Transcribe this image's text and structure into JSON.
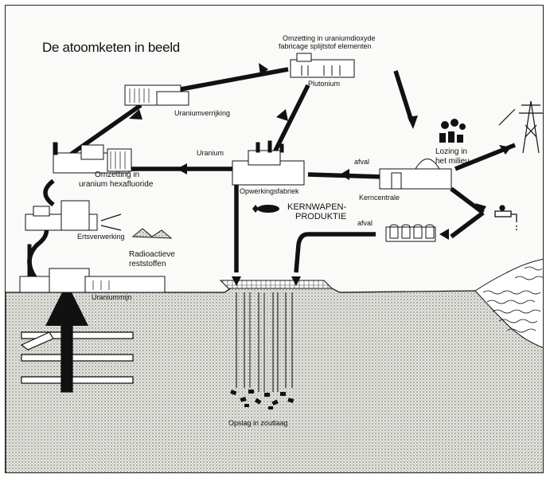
{
  "title": "De atoomketen in beeld",
  "labels": {
    "omzetting_uraniumdioxyde": "Omzetting in uraniumdioxyde",
    "fabricage": "fabricage splijtstof elementen",
    "plutonium": "Plutonium",
    "uraniumverrijking": "Uraniumverrijking",
    "uranium": "Uranium",
    "afval_top": "afval",
    "lozing_line1": "Lozing in",
    "lozing_line2": "het milieu",
    "omzetting_hexa_line1": "Omzetting in",
    "omzetting_hexa_line2": "uranium hexafluoride",
    "opwerkingsfabriek": "Opwerkingsfabriek",
    "kerncentrale": "Kerncentrale",
    "kernwapen_line1": "KERNWAPEN-",
    "kernwapen_line2": "PRODUKTIE",
    "afval_bottom": "afval",
    "ertsverwerking": "Ertsverwerking",
    "radioactieve_line1": "Radioactieve",
    "radioactieve_line2": "reststoffen",
    "uraniummijn": "Uraniummijn",
    "opslag": "Opslag in zoutlaag"
  },
  "colors": {
    "ink": "#111111",
    "paper": "#fafaf8",
    "ground": "#dcdcd6",
    "water": "#ffffff"
  },
  "icons": [
    "factory-icon",
    "reactor-icon",
    "pylon-icon",
    "tap-icon",
    "bomb-icon",
    "mine-shaft-icon",
    "storage-tanks-icon"
  ]
}
